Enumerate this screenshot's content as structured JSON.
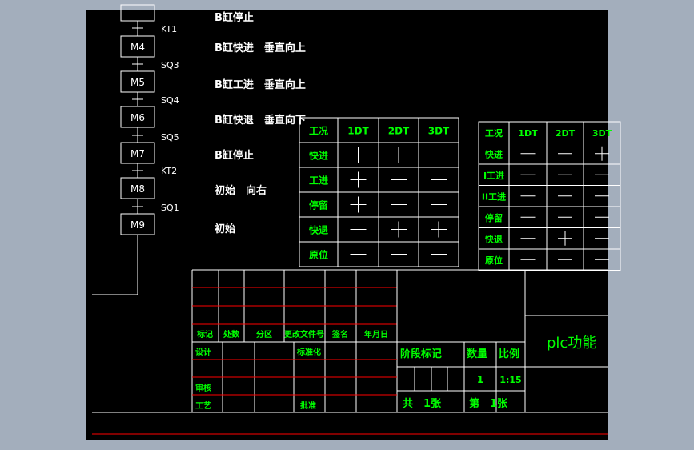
{
  "colors": {
    "background": "#a3aebc",
    "canvas": "#000000",
    "line": "#ffffff",
    "text_green": "#00ff00",
    "grid_red": "#ff0000"
  },
  "ladder": {
    "steps": [
      "M4",
      "M5",
      "M6",
      "M7",
      "M8",
      "M9"
    ],
    "signals": [
      "KT1",
      "SQ3",
      "SQ4",
      "SQ5",
      "KT2",
      "SQ1"
    ],
    "descriptions": [
      "B缸停止",
      "B缸快进　垂直向上",
      "B缸工进　垂直向上",
      "B缸快退　垂直向下",
      "B缸停止",
      "初始　向右",
      "初始"
    ]
  },
  "table1": {
    "header": [
      "工况",
      "1DT",
      "2DT",
      "3DT"
    ],
    "rows": [
      [
        "快进",
        "+",
        "+",
        "—"
      ],
      [
        "工进",
        "+",
        "—",
        "—"
      ],
      [
        "停留",
        "+",
        "—",
        "—"
      ],
      [
        "快退",
        "—",
        "+",
        "+"
      ],
      [
        "原位",
        "—",
        "—",
        "—"
      ]
    ]
  },
  "table2": {
    "header": [
      "工况",
      "1DT",
      "2DT",
      "3DT"
    ],
    "rows": [
      [
        "快进",
        "+",
        "—",
        "+"
      ],
      [
        "I工进",
        "+",
        "—",
        "—"
      ],
      [
        "II工进",
        "+",
        "—",
        "—"
      ],
      [
        "停留",
        "+",
        "—",
        "—"
      ],
      [
        "快退",
        "—",
        "+",
        "—"
      ],
      [
        "原位",
        "—",
        "—",
        "—"
      ]
    ]
  },
  "titleblock": {
    "rev_headers": [
      "标记",
      "处数",
      "分区",
      "更改文件号",
      "签名",
      "年月日"
    ],
    "left_labels": [
      "设计",
      "审核",
      "工艺"
    ],
    "std_label": "标准化",
    "approve_label": "批准",
    "stage_label": "阶段标记",
    "weight_label": "数量",
    "scale_label": "比例",
    "weight_value": "1",
    "scale_value": "1:15",
    "sheets_total": "共　1张",
    "sheet_no": "第　1张",
    "drawing_title": "plc功能"
  }
}
